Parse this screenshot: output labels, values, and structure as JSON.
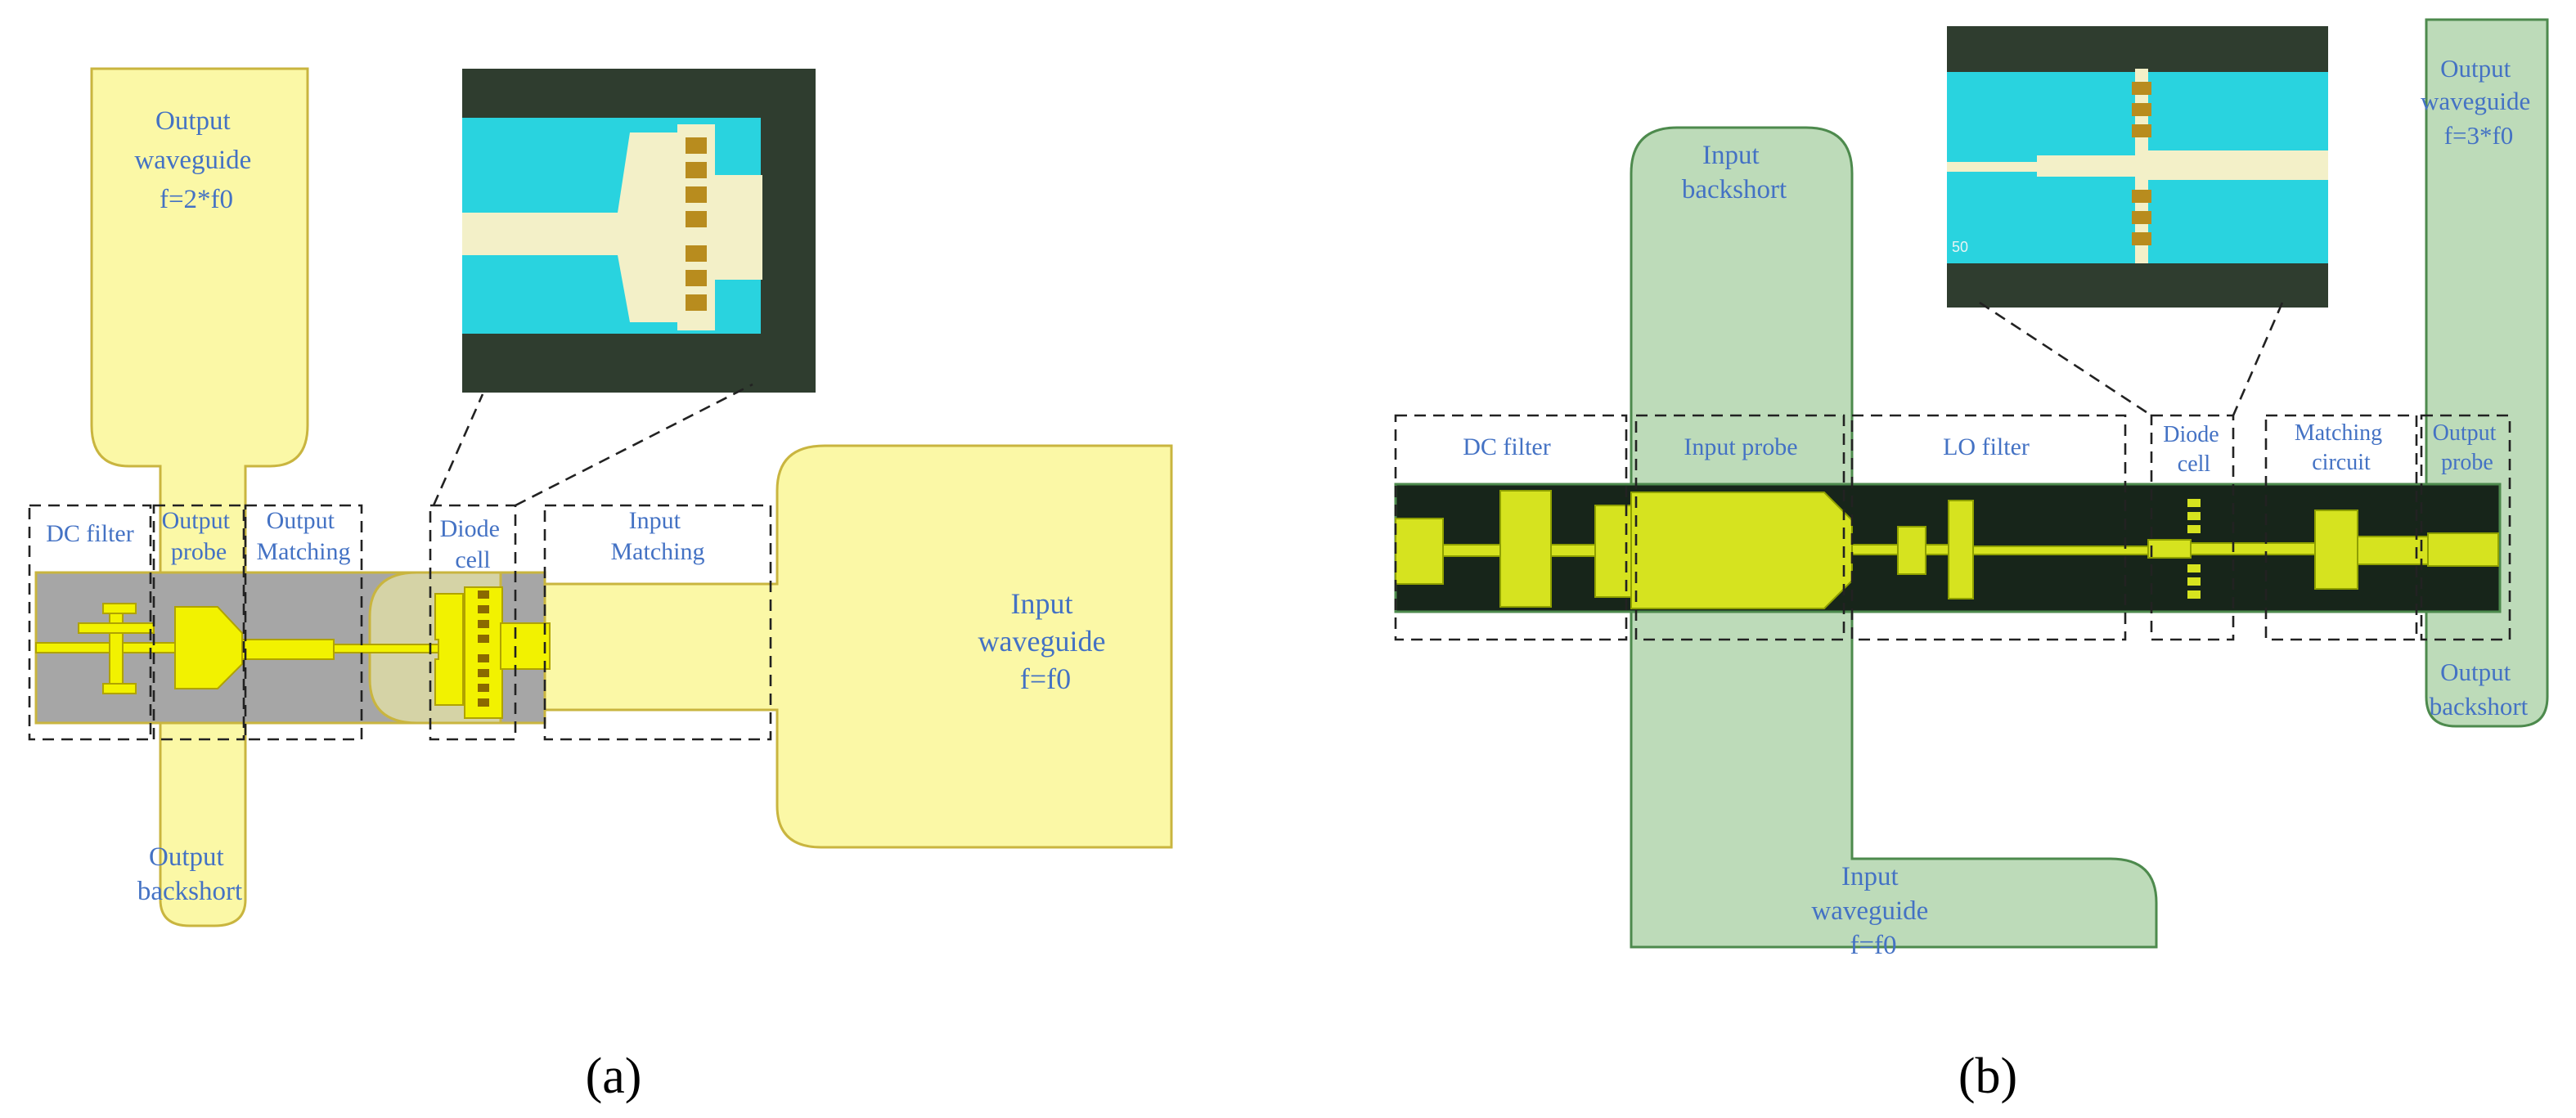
{
  "panel_a": {
    "caption": "(a)",
    "labels": {
      "output_waveguide": [
        "Output",
        "waveguide",
        "f=2*f0"
      ],
      "dc_filter": "DC filter",
      "output_probe": [
        "Output",
        "probe"
      ],
      "output_matching": [
        "Output",
        "Matching"
      ],
      "diode_cell": [
        "Diode",
        "cell"
      ],
      "input_matching": [
        "Input",
        "Matching"
      ],
      "input_waveguide": [
        "Input",
        "waveguide",
        "f=f0"
      ],
      "output_backshort": [
        "Output",
        "backshort"
      ]
    }
  },
  "panel_b": {
    "caption": "(b)",
    "labels": {
      "input_backshort": [
        "Input",
        "backshort"
      ],
      "output_waveguide": [
        "Output",
        "waveguide",
        "f=3*f0"
      ],
      "dc_filter": "DC filter",
      "input_probe": "Input probe",
      "lo_filter": "LO filter",
      "diode_cell": [
        "Diode",
        "cell"
      ],
      "matching_circuit": [
        "Matching",
        "circuit"
      ],
      "output_probe": [
        "Output",
        "probe"
      ],
      "output_backshort": [
        "Output",
        "backshort"
      ],
      "input_waveguide": [
        "Input",
        "waveguide",
        "f=f0"
      ]
    },
    "inset_scale_text": "50"
  },
  "colors": {
    "label_blue": "#4472c4",
    "waveguide_yellow": "#fbf8a6",
    "waveguide_green": "#bddbb9",
    "substrate_gray": "#a6a6a6",
    "circuit_yellow": "#f2f200",
    "substrate_dark": "#17251a",
    "circuit_green_yellow": "#d6e31f",
    "photo_cyan": "#29d3df",
    "photo_gold": "#f3f0c8"
  }
}
